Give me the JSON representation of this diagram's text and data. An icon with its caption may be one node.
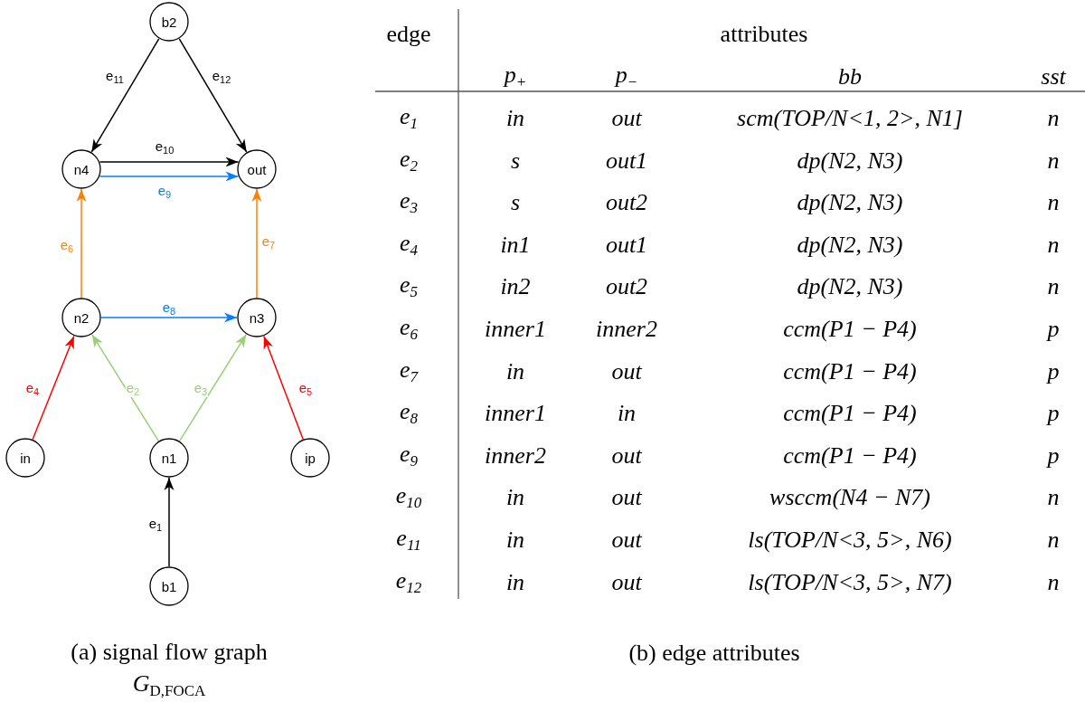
{
  "diagram": {
    "nodes": [
      {
        "text": [
          "b2"
        ]
      },
      {
        "text": [
          "n4"
        ]
      },
      {
        "text": [
          "out"
        ]
      },
      {
        "text": [
          "n2"
        ]
      },
      {
        "text": [
          "n3"
        ]
      },
      {
        "text": [
          "in"
        ]
      },
      {
        "text": [
          "n1"
        ]
      },
      {
        "text": [
          "ip"
        ]
      },
      {
        "text": [
          "b1"
        ]
      }
    ],
    "edges": [
      {
        "from": 8,
        "to": 6,
        "arrow": "to",
        "label": "e$_{1}$"
      },
      {
        "from": 6,
        "to": 3,
        "arrow": "to",
        "label": "e$_{2}$",
        "color": "#97d077"
      },
      {
        "from": 6,
        "to": 4,
        "arrow": "to",
        "label": "e$_{3}$",
        "color": "#97d077"
      },
      {
        "from": 5,
        "to": 3,
        "arrow": "to",
        "label": "e$_{4}$",
        "color": "#ff0000"
      },
      {
        "from": 7,
        "to": 4,
        "arrow": "to",
        "label": "e$_{5}$",
        "color": "#ff0000"
      },
      {
        "from": 3,
        "to": 1,
        "arrow": "to",
        "label": "e$_{6}$",
        "color": "#ff8000"
      },
      {
        "from": 4,
        "to": 2,
        "arrow": "to",
        "label": "e$_{7}$",
        "color": "#ff8000"
      },
      {
        "from": 3,
        "to": 4,
        "arrow": "to",
        "label": "e$_{8}$",
        "color": "#007fff"
      },
      {
        "from": 1,
        "to": 2,
        "arrow": "to",
        "label": "e$_{9}$",
        "color": "#007fff"
      },
      {
        "from": 1,
        "to": 2,
        "arrow": "to",
        "label": "e$_{10}$"
      },
      {
        "from": 0,
        "to": 1,
        "arrow": "to",
        "label": "e$_{11}$"
      },
      {
        "from": 0,
        "to": 2,
        "arrow": "to",
        "label": "e$_{12}$"
      }
    ],
    "labels": [
      "edge",
      "attributes",
      "p$_{+}$",
      "p$_{−}$",
      "bb",
      "sst",
      "e$_{1}$",
      "in",
      "out",
      "scm(TOP/N<1, 2>, N1]",
      "n",
      "e$_{2}$",
      "s",
      "out1",
      "dp(N2, N3)",
      "n",
      "e$_{3}$",
      "s",
      "out2",
      "dp(N2, N3)",
      "n",
      "e$_{4}$",
      "in1",
      "out1",
      "dp(N2, N3)",
      "n",
      "e$_{5}$",
      "in2",
      "out2",
      "dp(N2, N3)",
      "n",
      "e$_{6}$",
      "inner1",
      "inner2",
      "ccm(P1 − P4)",
      "p",
      "e$_{7}$",
      "in",
      "out",
      "ccm(P1 − P4)",
      "p",
      "e$_{8}$",
      "inner1",
      "in",
      "ccm(P1 − P4)",
      "p",
      "e$_{9}$",
      "inner2",
      "out",
      "ccm(P1 − P4)",
      "p",
      "e$_{10}$",
      "in",
      "out",
      "wsccm(N4 − N7)",
      "n",
      "e$_{11}$",
      "in",
      "out",
      "ls(TOP/N<3, 5>, N6)",
      "n",
      "e$_{12}$",
      "in",
      "out",
      "ls(TOP/N<3, 5>, N7)",
      "n",
      "(a) signal flow graph *G*$_{D,FOCA}$",
      "(b) edge attributes"
    ]
  }
}
